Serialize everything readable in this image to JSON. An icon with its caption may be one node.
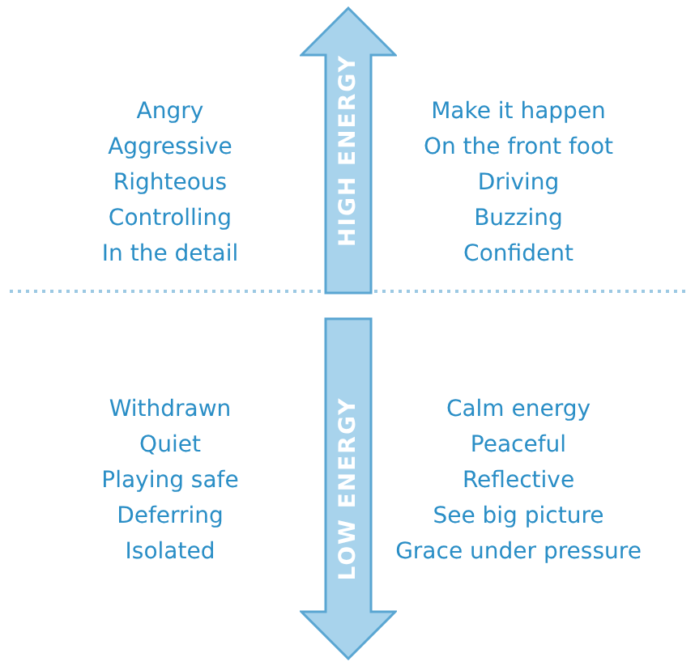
{
  "diagram": {
    "nodes": [
      {
        "text": [
          "HIGH ENERGY"
        ]
      },
      {
        "text": [
          "LOW ENERGY"
        ]
      }
    ],
    "edges": [],
    "labels": [
      "Angry",
      "Aggressive",
      "Righteous",
      "Controlling",
      "In the detail",
      "Make it happen",
      "On the front foot",
      "Driving",
      "Buzzing",
      "Confident",
      "Withdrawn",
      "Quiet",
      "Playing safe",
      "Deferring",
      "Isolated",
      "Calm energy",
      "Peaceful",
      "Reflective",
      "See big picture",
      "Grace under pressure"
    ]
  }
}
